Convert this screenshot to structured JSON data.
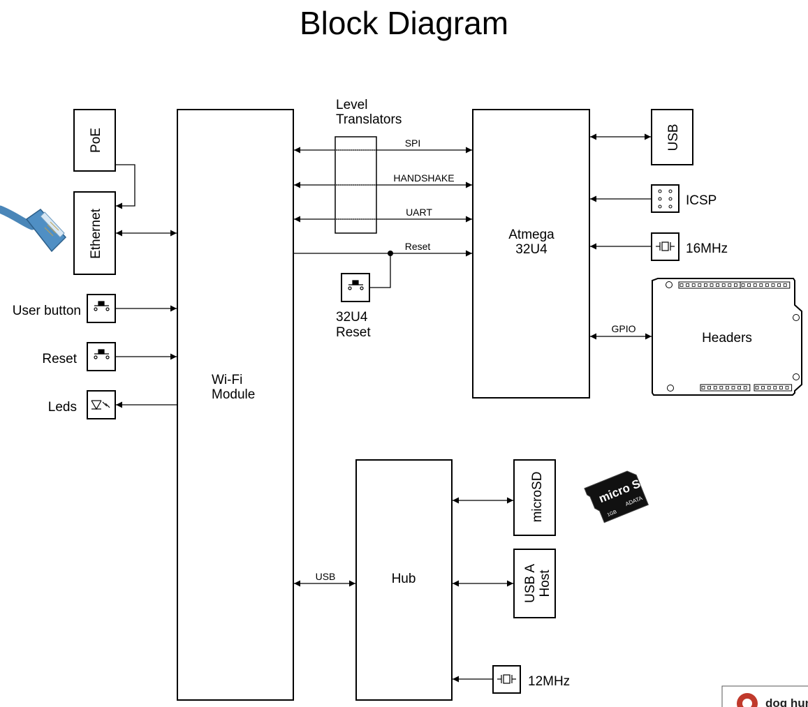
{
  "title": "Block Diagram",
  "blocks": {
    "poe": "PoE",
    "ethernet": "Ethernet",
    "wifi_line1": "Wi-Fi",
    "wifi_line2": "Module",
    "level_line1": "Level",
    "level_line2": "Translators",
    "atmega_line1": "Atmega",
    "atmega_line2": "32U4",
    "usb": "USB",
    "icsp": "ICSP",
    "crystal_16": "16MHz",
    "headers": "Headers",
    "hub": "Hub",
    "microsd": "microSD",
    "usb_a_line1": "USB A",
    "usb_a_line2": "Host",
    "crystal_12": "12MHz",
    "reset32_line1": "32U4",
    "reset32_line2": "Reset"
  },
  "left_peripherals": {
    "user_button": "User button",
    "reset": "Reset",
    "leds": "Leds"
  },
  "signals": {
    "spi": "SPI",
    "handshake": "HANDSHAKE",
    "uart": "UART",
    "reset": "Reset",
    "gpio": "GPIO",
    "usb_hub": "USB"
  },
  "images": {
    "ethernet_cable": "ethernet-cable-icon",
    "microsd_card": "microsd-card-icon",
    "microsd_text": "micro SD",
    "microsd_brand": "ADATA",
    "microsd_size": "1GB",
    "corner_logo_text": "dog hun"
  },
  "colors": {
    "line": "#000000",
    "cable": "#4a86b8",
    "card": "#111111"
  }
}
